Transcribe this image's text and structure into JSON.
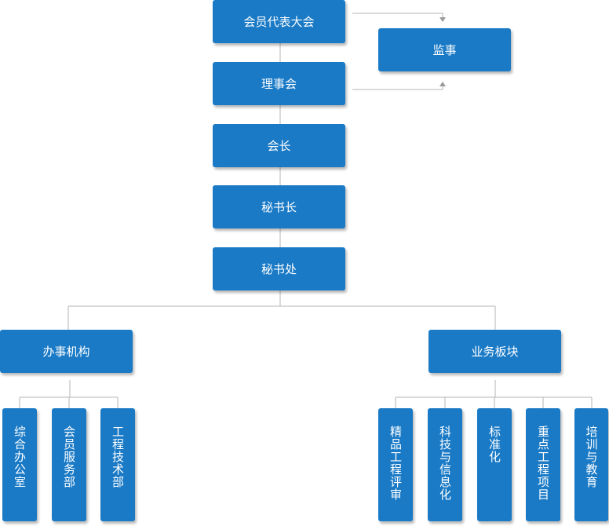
{
  "diagram": {
    "nodes": {
      "congress": "会员代表大会",
      "supervisor": "监事",
      "council": "理事会",
      "president": "会长",
      "secretary_general": "秘书长",
      "secretariat": "秘书处",
      "office_branch": "办事机构",
      "business_branch": "业务板块"
    },
    "office_units": [
      "综合办公室",
      "会员服务部",
      "工程技术部"
    ],
    "business_units": [
      "精品工程评审",
      "科技与信息化",
      "标准化",
      "重点工程项目",
      "培训与教育"
    ],
    "colors": {
      "node_fill": "#1a7ac6",
      "node_text": "#ffffff",
      "connector": "#b5b5b5"
    }
  }
}
